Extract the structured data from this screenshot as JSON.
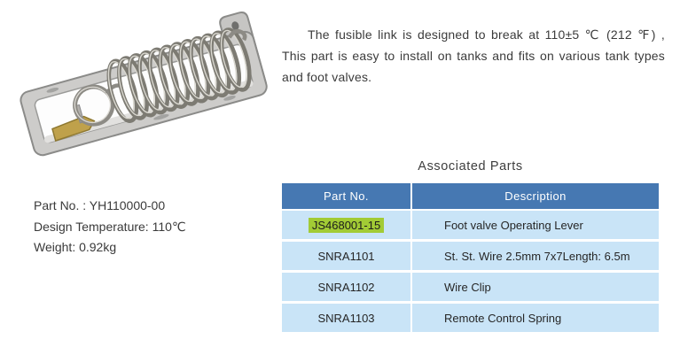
{
  "intro": {
    "line1": "The fusible link is designed to break at 110±5 ℃ (212 ℉) ,",
    "line2": "This part is easy to install on tanks and fits on various tank types",
    "line3": "and foot valves."
  },
  "specs": {
    "part_no": "Part No. : YH110000-00",
    "design_temperature": "Design Temperature: 110℃",
    "weight": "Weight: 0.92kg"
  },
  "associated_parts": {
    "title": "Associated Parts",
    "columns": {
      "part_no": "Part No.",
      "description": "Description"
    },
    "rows": [
      {
        "part_no": "JS468001-15",
        "description": "Foot valve Operating Lever",
        "highlighted": true
      },
      {
        "part_no": "SNRA1101",
        "description": "St. St. Wire 2.5mm 7x7Length: 6.5m",
        "highlighted": false
      },
      {
        "part_no": "SNRA1102",
        "description": "Wire Clip",
        "highlighted": false
      },
      {
        "part_no": "SNRA1103",
        "description": "Remote Control Spring",
        "highlighted": false
      }
    ]
  },
  "colors": {
    "table_header_bg": "#4678b2",
    "table_row_bg": "#c9e4f7",
    "highlight_bg": "#a2cb35",
    "header_text": "#ffffff",
    "body_text": "#3a3a3a"
  }
}
